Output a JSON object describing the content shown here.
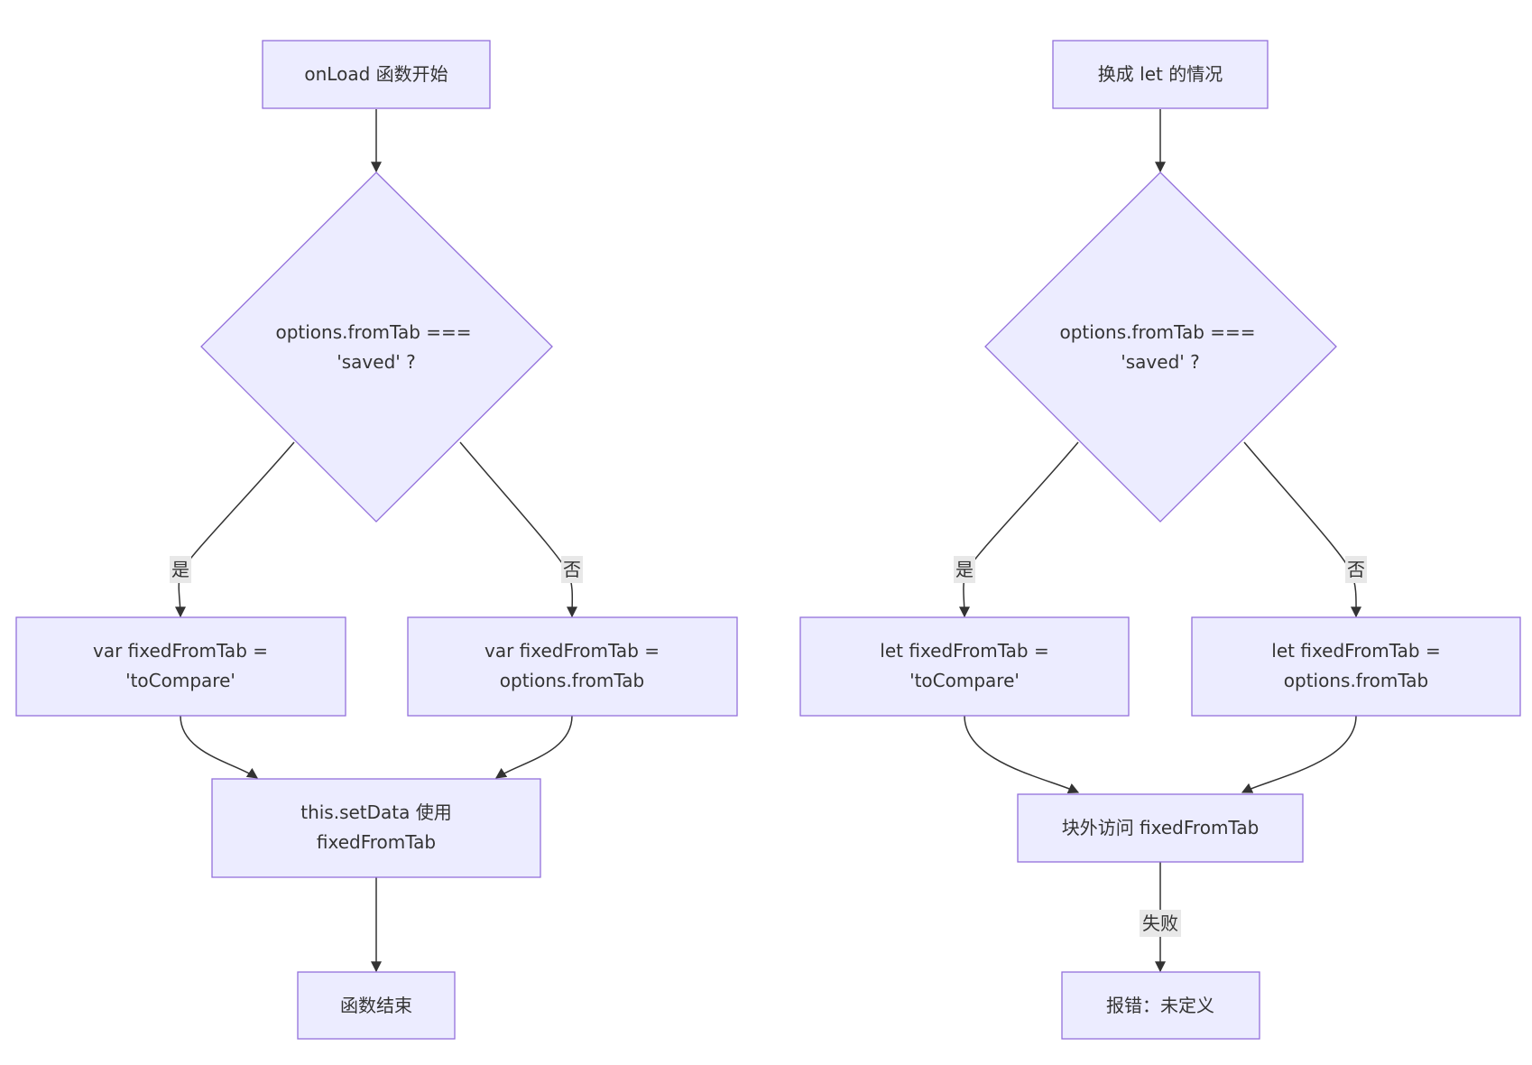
{
  "diagram": {
    "left": {
      "start": "onLoad 函数开始",
      "decision": [
        "options.fromTab ===",
        "'saved' ?"
      ],
      "yes_label": "是",
      "no_label": "否",
      "yes_box": [
        "var fixedFromTab =",
        "'toCompare'"
      ],
      "no_box": [
        "var fixedFromTab =",
        "options.fromTab"
      ],
      "merge": [
        "this.setData 使用",
        "fixedFromTab"
      ],
      "end": "函数结束"
    },
    "right": {
      "start": "换成 let 的情况",
      "decision": [
        "options.fromTab ===",
        "'saved' ?"
      ],
      "yes_label": "是",
      "no_label": "否",
      "yes_box": [
        "let fixedFromTab =",
        "'toCompare'"
      ],
      "no_box": [
        "let fixedFromTab =",
        "options.fromTab"
      ],
      "access": "块外访问 fixedFromTab",
      "fail_label": "失败",
      "error": "报错：未定义"
    }
  }
}
